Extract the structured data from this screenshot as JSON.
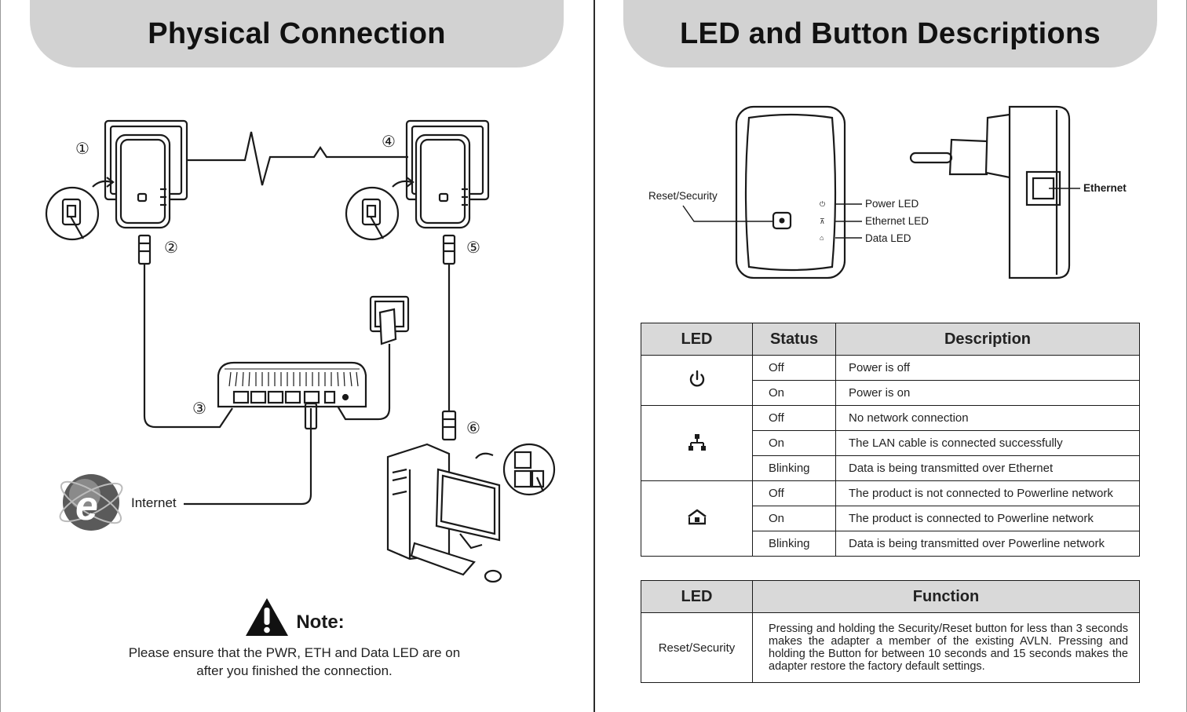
{
  "left_panel": {
    "title": "Physical Connection",
    "step_labels": [
      "①",
      "②",
      "③",
      "④",
      "⑤",
      "⑥"
    ],
    "internet_label": "Internet",
    "note": {
      "title": "Note:",
      "text_line1": "Please ensure that the PWR, ETH and Data LED are on",
      "text_line2": "after you finished the connection."
    }
  },
  "right_panel": {
    "title": "LED and Button Descriptions",
    "device_labels": {
      "reset": "Reset/Security",
      "power_led": "Power LED",
      "ethernet_led": "Ethernet LED",
      "data_led": "Data LED",
      "ethernet_port": "Ethernet"
    },
    "led_table": {
      "headers": [
        "LED",
        "Status",
        "Description"
      ],
      "groups": [
        {
          "icon": "power-icon",
          "rows": [
            {
              "status": "Off",
              "description": "Power is off"
            },
            {
              "status": "On",
              "description": "Power is on"
            }
          ]
        },
        {
          "icon": "network-icon",
          "rows": [
            {
              "status": "Off",
              "description": "No network connection"
            },
            {
              "status": "On",
              "description": "The LAN cable is connected successfully"
            },
            {
              "status": "Blinking",
              "description": "Data is being transmitted over Ethernet"
            }
          ]
        },
        {
          "icon": "home-network-icon",
          "rows": [
            {
              "status": "Off",
              "description": "The product is not connected to Powerline network"
            },
            {
              "status": "On",
              "description": "The product is connected to Powerline network"
            },
            {
              "status": "Blinking",
              "description": "Data is being transmitted over Powerline network"
            }
          ]
        }
      ]
    },
    "function_table": {
      "headers": [
        "LED",
        "Function"
      ],
      "row": {
        "led": "Reset/Security",
        "function": "Pressing and holding the Security/Reset button for less than 3 seconds makes the adapter a member of the existing AVLN. Pressing and holding the Button for between 10 seconds and 15 seconds makes the adapter restore the factory default settings."
      }
    }
  }
}
